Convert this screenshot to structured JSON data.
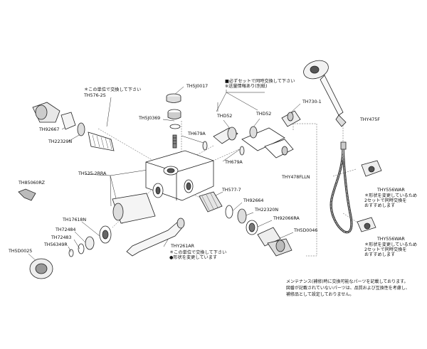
{
  "labels": {
    "TH5J0017": "TH5J0017",
    "TH5J0369": "TH5J0369",
    "TH576_2S": "TH576-2S",
    "TH92667": "TH92667",
    "TH22320N_top": "TH22320N",
    "TH679A_top": "TH679A",
    "THD52_a": "THD52",
    "THD52_b": "THD52",
    "TH679A_bot": "TH679A",
    "TH730_1": "TH730-1",
    "THY475F": "THY475F",
    "THY478FLLN": "THY478FLLN",
    "TH535_2RRA": "TH535-2RRA",
    "TH85060RZ": "TH85060RZ",
    "TH577_7": "TH577-7",
    "TH92664": "TH92664",
    "TH22320N_mid": "TH22320N",
    "TH92066RA": "TH92066RA",
    "TH5D0046": "TH5D0046",
    "THY556WAR_a": "THY556WAR",
    "THY556WAR_b": "THY556WAR",
    "TH17618N": "TH17618N",
    "TH72484": "TH72484",
    "TH72483": "TH72483",
    "TH56349R": "TH56349R",
    "TH5D0025": "TH5D0025",
    "THY261AR": "THY261AR"
  },
  "notes": {
    "unit_exchange_top": "＊この単位で交換して下さい",
    "set_exchange_1": "■必ずセットで同時交換して下さい",
    "set_exchange_2": "※送量情報あり(別紙)",
    "shape_change_a1": "＊形状を変更しているため",
    "shape_change_a2": "2セットで同時交換を",
    "shape_change_a3": "おすすめします",
    "shape_change_b1": "＊形状を変更しているため",
    "shape_change_b2": "2セットで同時交換を",
    "shape_change_b3": "おすすめします",
    "unit_exchange_bottom": "＊この単位で交換して下さい",
    "shape_change_bottom": "●形状を変更しています"
  },
  "footer": {
    "line1": "メンテナンス(補修)時に交換可能なパーツを記載しております。",
    "line2": "図番が記載されていないパーツは、品質および互換性を考慮し、",
    "line3": "補修品として設定しておりません。"
  }
}
